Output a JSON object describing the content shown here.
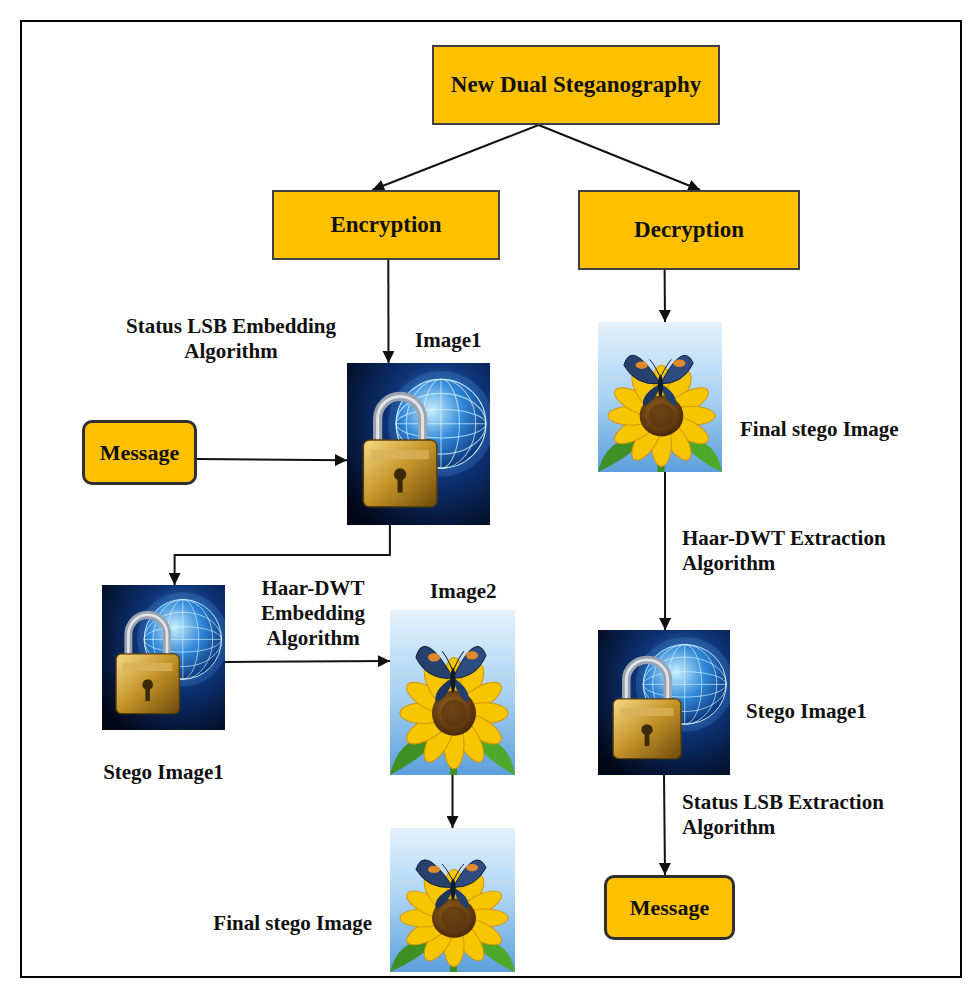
{
  "diagram": {
    "nodes": [
      {
        "text": [
          "New Dual Steganography"
        ]
      },
      {
        "text": [
          "Encryption"
        ]
      },
      {
        "text": [
          "Decryption"
        ]
      },
      {
        "text": [
          "Message"
        ]
      },
      {
        "text": [
          "Image1"
        ]
      },
      {
        "text": [
          "Stego Image1"
        ]
      },
      {
        "text": [
          "Image2"
        ]
      },
      {
        "text": [
          "Final stego Image"
        ]
      },
      {
        "text": [
          "Final stego Image"
        ]
      },
      {
        "text": [
          "Stego Image1"
        ]
      },
      {
        "text": [
          "Message"
        ]
      }
    ],
    "edges": [
      {
        "from": 0,
        "to": 1,
        "arrow": "to"
      },
      {
        "from": 0,
        "to": 2,
        "arrow": "to"
      },
      {
        "from": 1,
        "to": 4,
        "arrow": "to"
      },
      {
        "from": 3,
        "to": 4,
        "label": "Status LSB Embedding Algorithm",
        "arrow": "to"
      },
      {
        "from": 4,
        "to": 5,
        "arrow": "to"
      },
      {
        "from": 5,
        "to": 6,
        "label": "Haar-DWT Embedding Algorithm",
        "arrow": "to"
      },
      {
        "from": 6,
        "to": 7,
        "arrow": "to"
      },
      {
        "from": 2,
        "to": 8,
        "arrow": "to"
      },
      {
        "from": 8,
        "to": 9,
        "label": "Haar-DWT Extraction Algorithm",
        "arrow": "to"
      },
      {
        "from": 9,
        "to": 10,
        "label": "Status LSB Extraction Algorithm",
        "arrow": "to"
      }
    ]
  }
}
